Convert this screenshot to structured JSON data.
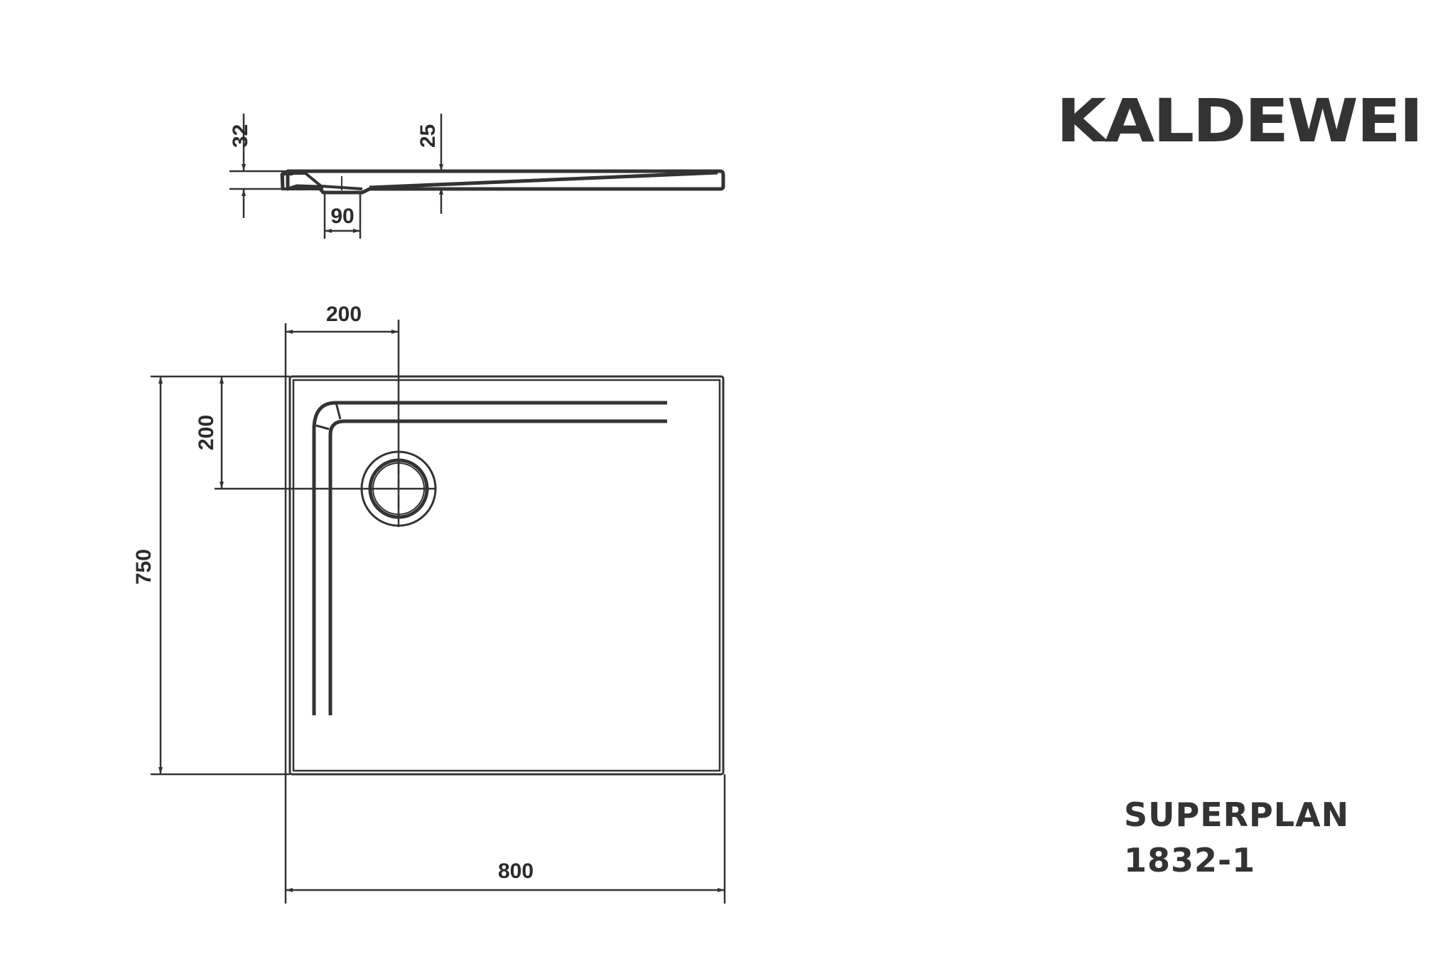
{
  "brand": {
    "name": "KALDEWEI"
  },
  "product": {
    "line": "SUPERPLAN",
    "model": "1832-1"
  },
  "side_view": {
    "dimensions": {
      "total_height": "32",
      "drain_height": "25",
      "drain_width": "90"
    }
  },
  "plan_view": {
    "dimensions": {
      "drain_offset_x": "200",
      "drain_offset_y": "200",
      "depth": "750",
      "width": "800"
    }
  },
  "colors": {
    "line": "#333333",
    "text": "#343233",
    "background": "#ffffff"
  }
}
